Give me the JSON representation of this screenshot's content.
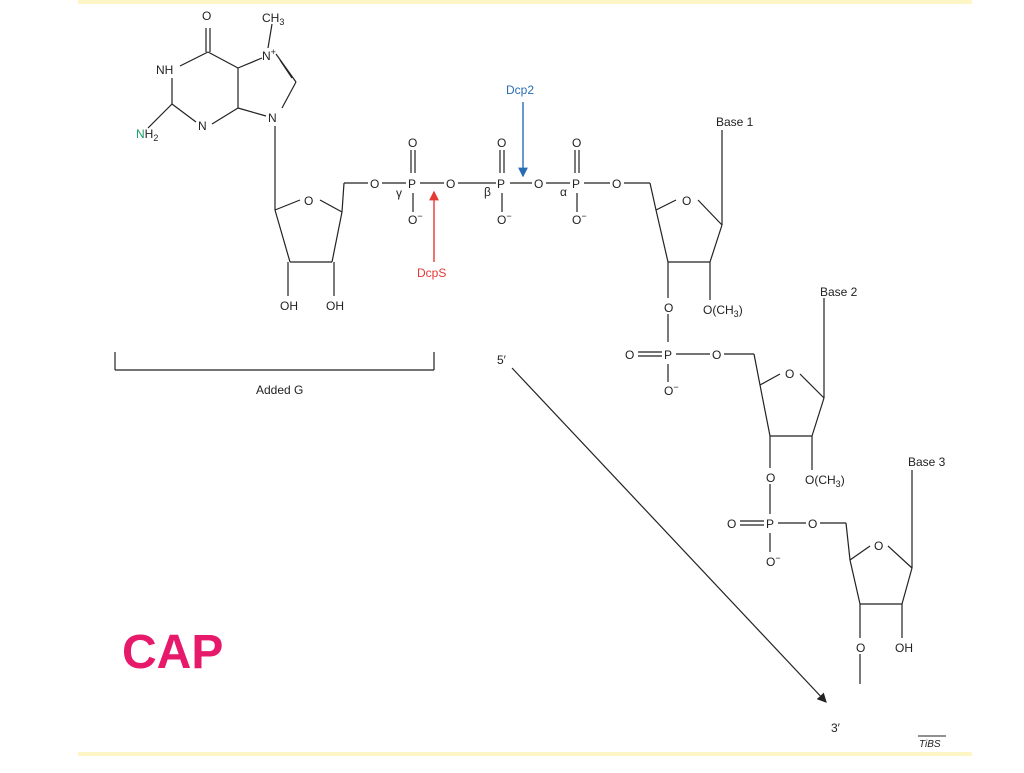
{
  "colors": {
    "title": "#e6196b",
    "dcp2": "#2a6cb3",
    "dcps": "#e53935",
    "nitrogen": "#1aa06a",
    "band": "#fff6c8"
  },
  "title": "CAP",
  "enzymes": {
    "dcp2": "Dcp2",
    "dcps": "DcpS"
  },
  "guanine": {
    "o": "O",
    "methyl": "CH",
    "methyl_sub": "3",
    "n7": "N",
    "charge": "+",
    "nh": "NH",
    "n3": "N",
    "n9": "N",
    "nh2_n": "N",
    "nh2_h": "H",
    "nh2_sub": "2"
  },
  "added_g": {
    "label": "Added G",
    "ring_o": "O",
    "oh_left": "OH",
    "oh_right": "OH",
    "link_o": "O"
  },
  "triphosphate": {
    "gamma": "γ",
    "beta": "β",
    "alpha": "α",
    "p": "P",
    "o": "O",
    "o_minus": "O",
    "minus": "−"
  },
  "nucleotides": [
    {
      "base": "Base 1",
      "sugar_o": "O",
      "methoxy": "O(CH",
      "methoxy_sub": "3",
      "methoxy_end": ")",
      "bridge_o": "O"
    },
    {
      "base": "Base 2",
      "sugar_o": "O",
      "methoxy": "O(CH",
      "methoxy_sub": "3",
      "methoxy_end": ")",
      "bridge_o": "O"
    },
    {
      "base": "Base 3",
      "sugar_o": "O",
      "oh": "OH",
      "bridge_o": "O"
    }
  ],
  "phosphodiester": {
    "o_double": "O",
    "p": "P",
    "o_link": "O",
    "o_minus": "O",
    "minus": "−"
  },
  "strand": {
    "five_prime": "5′",
    "three_prime": "3′"
  },
  "credit": "TiBS"
}
